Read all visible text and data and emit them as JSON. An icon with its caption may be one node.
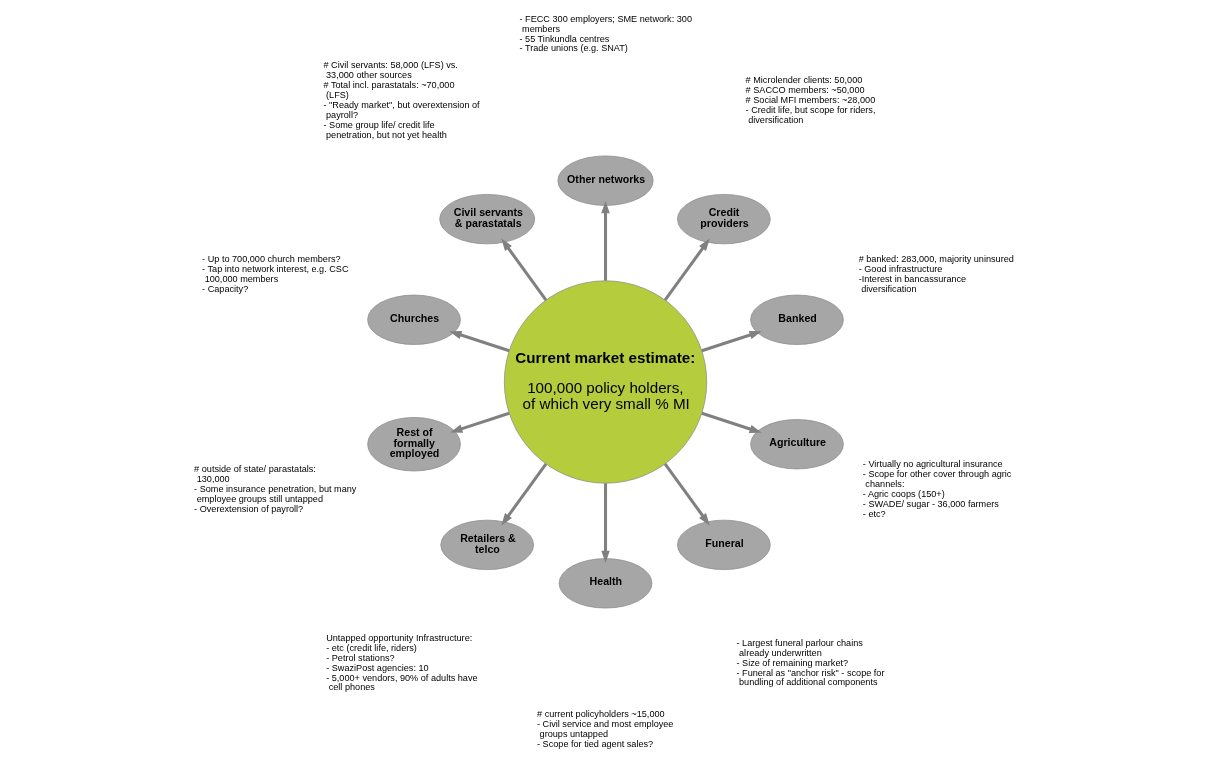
{
  "diagram": {
    "nodes": [
      {
        "text": [
          "Current market estimate:",
          "100,000 policy holders, of which very small % MI"
        ]
      },
      {
        "text": [
          "Banked"
        ],
        "beside": [
          "# banked: 283,000, majority uninsured",
          "- Good infrastructure",
          "-Interest in bancassurance diversification"
        ]
      },
      {
        "text": [
          "Credit providers"
        ],
        "beside": [
          "# Microlender clients: 50,000",
          "# SACCO members: ~50,000",
          "# Social MFI members: ~28,000",
          "- Credit life, but scope for riders, diversification"
        ]
      },
      {
        "text": [
          "Other networks"
        ],
        "beside": [
          "- FECC 300 employers; SME network: 300 members",
          "- 55 Tinkundla centres",
          "- Trade unions (e.g. SNAT)"
        ]
      },
      {
        "text": [
          "Civil servants & parastatals"
        ],
        "beside": [
          "# Civil servants: 58,000 (LFS) vs. 33,000 other sources",
          "# Total incl. parastatals: ~70,000 (LFS)",
          "- \"Ready market\", but overextension of payroll?",
          "- Some group life/ credit life penetration, but not yet health"
        ]
      },
      {
        "text": [
          "Churches"
        ],
        "beside": [
          "- Up to 700,000 church members?",
          "- Tap into network interest, e.g. CSC 100,000 members",
          "- Capacity?"
        ]
      },
      {
        "text": [
          "Rest of formally employed"
        ],
        "beside": [
          "# outside of state/ parastatals: 130,000",
          "- Some insurance penetration, but many employee groups still untapped",
          "- Overextension of payroll?"
        ]
      },
      {
        "text": [
          "Retailers & telco"
        ],
        "beside": [
          "Untapped opportunity Infrastructure:",
          "- etc (credit life, riders)",
          "- Petrol stations?",
          "- SwaziPost agencies: 10",
          "- 5,000+ vendors, 90% of adults have cell phones"
        ]
      },
      {
        "text": [
          "Health"
        ],
        "beside": [
          "# current policyholders ~15,000",
          "- Civil service and most employee groups untapped",
          "- Scope for tied agent sales?"
        ]
      },
      {
        "text": [
          "Funeral"
        ],
        "beside": [
          "- Largest funeral parlour chains already underwritten",
          "- Size of remaining market?",
          "- Funeral as \"anchor risk\" - scope for bundling of additional components"
        ]
      },
      {
        "text": [
          "Agriculture"
        ],
        "beside": [
          "- Virtually no agricultural insurance",
          "- Scope for other cover through agric channels:",
          "- Agric coops (150+)",
          "- SWADE/ sugar - 36,000 farmers",
          "- etc?"
        ]
      }
    ],
    "edges": [
      {
        "from": 0,
        "to": 1,
        "arrow": "to"
      },
      {
        "from": 0,
        "to": 2,
        "arrow": "to"
      },
      {
        "from": 0,
        "to": 4,
        "arrow": "to"
      },
      {
        "from": 0,
        "to": 6,
        "arrow": "to"
      },
      {
        "from": 0,
        "to": 8,
        "arrow": "to"
      },
      {
        "from": 0,
        "to": 10,
        "arrow": "to"
      },
      {
        "from": 0,
        "to": 9,
        "arrow": "to"
      },
      {
        "from": 0,
        "to": 7,
        "arrow": "to"
      },
      {
        "from": 0,
        "to": 5,
        "arrow": "to"
      },
      {
        "from": 0,
        "to": 3,
        "arrow": "to"
      }
    ]
  }
}
